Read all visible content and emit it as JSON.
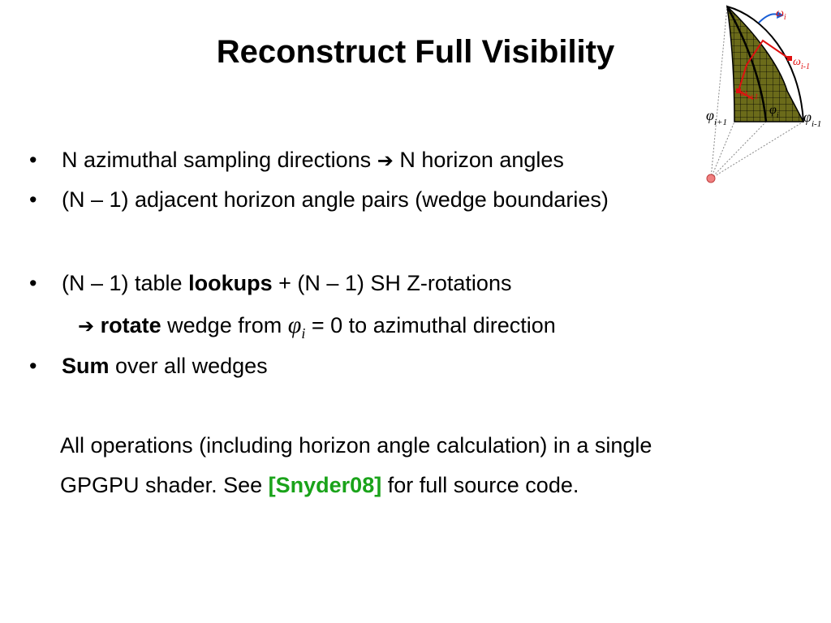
{
  "slide": {
    "title": "Reconstruct Full Visibility",
    "bullets": [
      {
        "marker": "•",
        "pre": "N azimuthal sampling directions",
        "arrow": "➔",
        "post": "N horizon angles"
      },
      {
        "marker": "•",
        "text": "(N – 1) adjacent horizon angle pairs (wedge boundaries)"
      },
      {
        "marker": "•",
        "pre": "(N – 1) table",
        "bold": "lookups",
        "post": "+ (N – 1) SH Z-rotations"
      },
      {
        "marker": "•",
        "bold": "Sum",
        "post": "over all wedges"
      }
    ],
    "sub_bullet": {
      "arrow": "➔",
      "bold": "rotate",
      "pre": "wedge from",
      "phi_symbol": "φ",
      "phi_sub": "i",
      "post": "= 0 to azimuthal direction"
    },
    "note": {
      "line1": "All operations (including horizon angle calculation) in a single",
      "line2_pre": "GPGPU shader. See",
      "citation": "[Snyder08]",
      "line2_post": "for full source code."
    }
  },
  "diagram": {
    "labels": {
      "omega_i": "ω",
      "omega_i_sub": "i",
      "omega_im1": "ω",
      "omega_im1_sub": "i-1",
      "omega_ip1": "ω",
      "omega_ip1_sub": "i+1",
      "phi_ip1": "φ",
      "phi_ip1_sub": "i+1",
      "phi_i": "φ",
      "phi_i_sub": "i",
      "phi_im1": "φ",
      "phi_im1_sub": "i-1"
    },
    "colors": {
      "wedge_fill": "#6b6b1a",
      "grid_line": "#000000",
      "horizon_red": "#e01010",
      "arrow_blue": "#1a5fd6",
      "apex_point": "#f08080",
      "citation_green": "#1aa31a"
    }
  }
}
